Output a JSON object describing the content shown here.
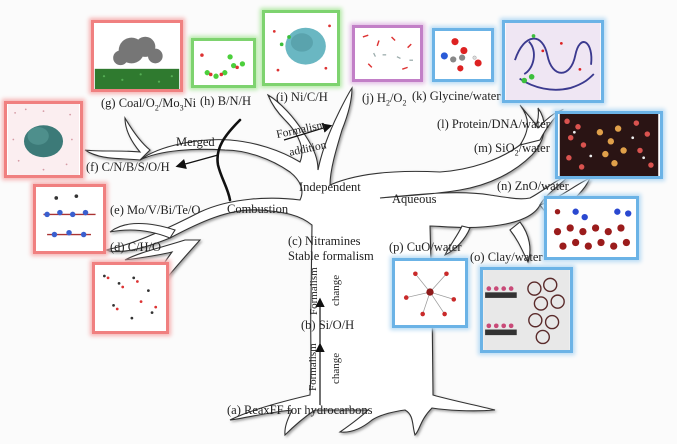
{
  "diagram": {
    "title": "ReaxFF development tree",
    "root": "(a) ReaxFF for hydrocarbons",
    "trunk_nodes": [
      {
        "id": "b",
        "label": "(b) Si/O/H"
      },
      {
        "id": "c",
        "label_line1": "(c) Nitramines",
        "label_line2": "Stable formalism"
      }
    ],
    "trunk_arrows": [
      {
        "line1": "Formalism",
        "line2": "change"
      },
      {
        "line1": "Formalism",
        "line2": "change"
      }
    ],
    "branches": {
      "combustion": "Combustion",
      "independent": "Independent",
      "aqueous": "Aqueous",
      "merged": "Merged",
      "formalism_addition_line1": "Formalism",
      "formalism_addition_line2": "addition"
    },
    "leaves": {
      "d": "(d) C/H/O",
      "e": "(e) Mo/V/Bi/Te/O",
      "f": "(f) C/N/B/S/O/H",
      "g": {
        "prefix": "(g) Coal/O",
        "sub1": "2",
        "mid": "/Mo",
        "sub2": "3",
        "suffix": "Ni"
      },
      "h": "(h) B/N/H",
      "i": "(i) Ni/C/H",
      "j": {
        "prefix": "(j) H",
        "sub1": "2",
        "mid": "/O",
        "sub2": "2"
      },
      "k": "(k) Glycine/water",
      "l": "(l) Protein/DNA/water",
      "m": {
        "prefix": "(m) SiO",
        "sub1": "2",
        "suffix": "/water"
      },
      "n": "(n) ZnO/water",
      "o": "(o) Clay/water",
      "p": "(p) CuO/water"
    },
    "panel_groups": {
      "combustion_border": "#f08080",
      "independent_border": "#7ed36f",
      "h2o2_border": "#c27fc7",
      "aqueous_border": "#6bb3e6"
    }
  }
}
